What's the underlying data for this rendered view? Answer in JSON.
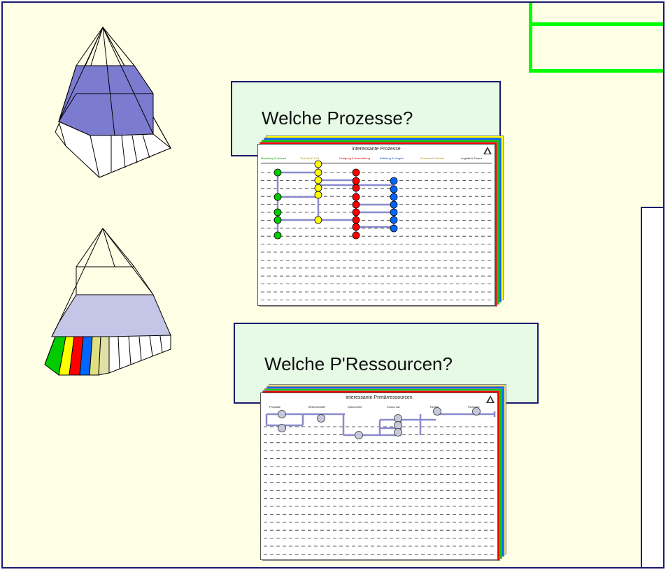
{
  "callouts": {
    "processes": "Welche Prozesse?",
    "resources": "Welche P'Ressourcen?"
  },
  "process_sheet": {
    "title": "interessante Prozesse",
    "columns": [
      {
        "label": "Marketing & Verkauf",
        "color": "#00aa00"
      },
      {
        "label": "Technik (F & E)",
        "color": "#d4b800"
      },
      {
        "label": "Fertigung & Beschaffung",
        "color": "#dd0000"
      },
      {
        "label": "Erfüllung & Umgeb.",
        "color": "#0044cc"
      },
      {
        "label": "Personal & Dienste",
        "color": "#d4b800"
      },
      {
        "label": "Logistik & Finanz",
        "color": "#111111"
      }
    ]
  },
  "resource_sheet": {
    "title": "interessante Primärressourcen",
    "columns": [
      "Produkte",
      "Betriebsmittel",
      "Dokumente",
      "Know-how",
      "Rechte",
      "Finanzen"
    ]
  },
  "colors": {
    "slide_bg": "#ffffe6",
    "frame": "#1a1a6e",
    "highlight": "#00ff00",
    "pyramid_slice": "#7b7bd0",
    "pyramid_slice_light": "#c4c6e8",
    "connector": "#8a8acc",
    "stripes": [
      "#00cc00",
      "#ffff00",
      "#ff0000",
      "#0066ff",
      "#e0e080",
      "#e0e0a8"
    ]
  },
  "icons": [
    "pyramid-icon",
    "pyramid-icon"
  ]
}
